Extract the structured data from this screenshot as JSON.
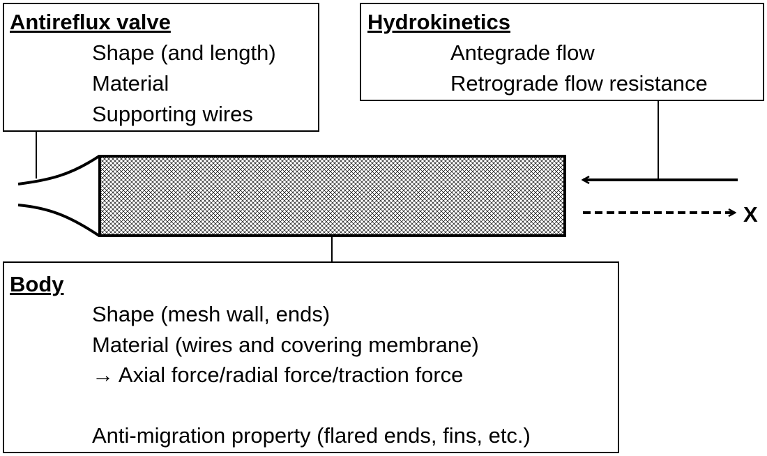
{
  "antireflux_valve": {
    "title": "Antireflux valve",
    "items": [
      "Shape (and length)",
      "Material",
      "Supporting wires"
    ]
  },
  "hydrokinetics": {
    "title": "Hydrokinetics",
    "items": [
      "Antegrade flow",
      "Retrograde flow resistance"
    ]
  },
  "body": {
    "title": "Body",
    "items": [
      "Shape (mesh wall, ends)",
      "Material (wires and covering membrane)",
      "→ Axial force/radial force/traction force",
      "",
      "Anti-migration property (flared ends, fins, etc.)"
    ]
  },
  "flow_label": "X",
  "colors": {
    "line": "#000000",
    "background": "#ffffff",
    "mesh": "#000000"
  }
}
